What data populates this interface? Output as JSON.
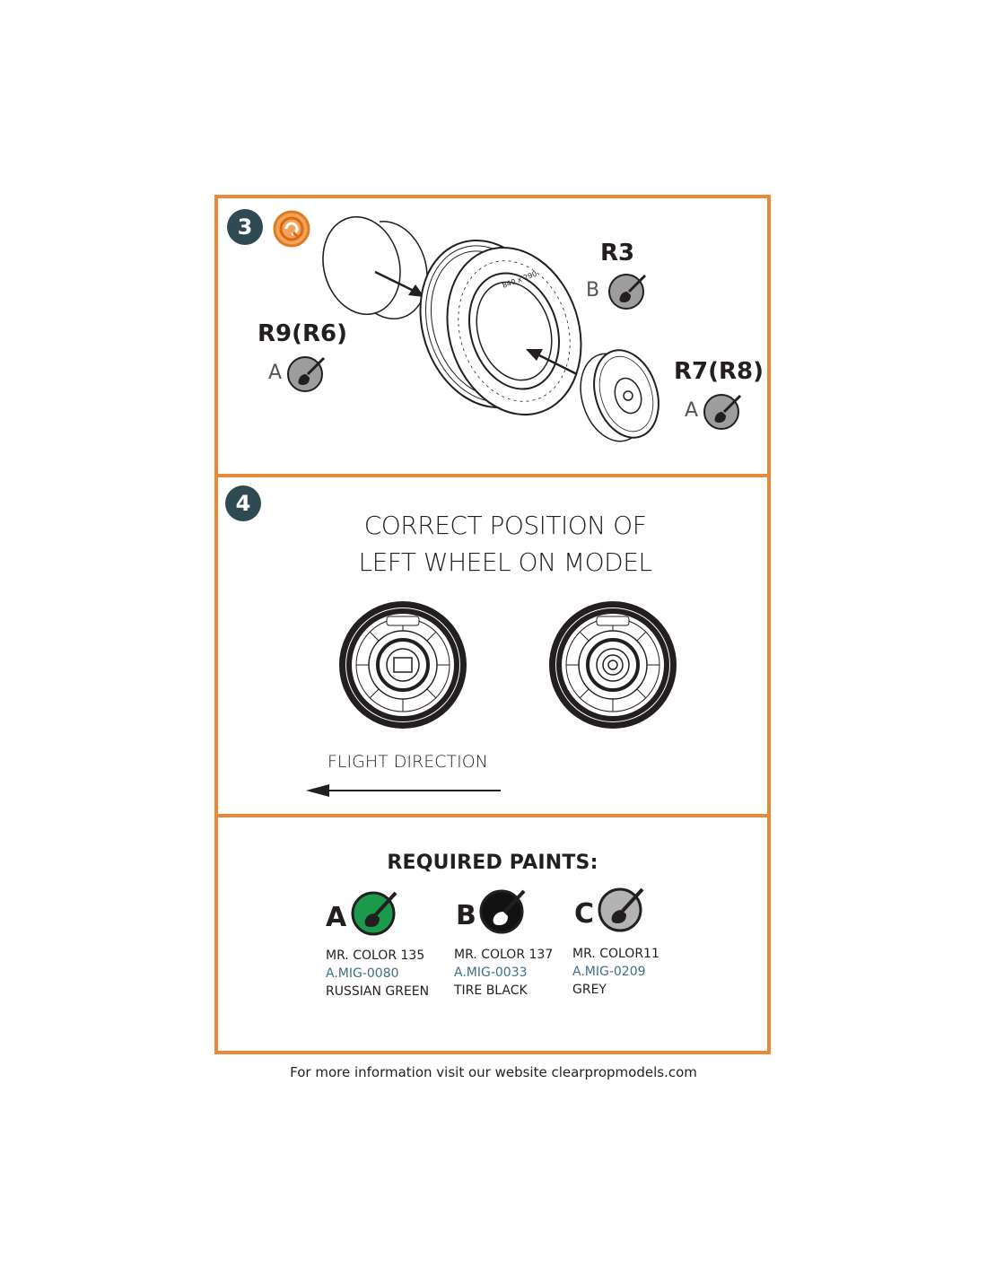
{
  "steps": [
    {
      "number": "3"
    },
    {
      "number": "4"
    }
  ],
  "step3": {
    "parts": [
      {
        "label": "R3",
        "paint": "B"
      },
      {
        "label": "R9(R6)",
        "paint": "A"
      },
      {
        "label": "R7(R8)",
        "paint": "A"
      }
    ],
    "tire_marking": "840 x 290"
  },
  "step4": {
    "title_line1": "CORRECT POSITION OF",
    "title_line2": "LEFT WHEEL ON MODEL",
    "flight_direction": "FLIGHT DIRECTION"
  },
  "paints": {
    "heading": "REQUIRED PAINTS:",
    "items": [
      {
        "code": "A",
        "color": "#1a9a4a",
        "mr": "MR. COLOR 135",
        "mig": "A.MIG-0080",
        "name": "RUSSIAN GREEN"
      },
      {
        "code": "B",
        "color": "#111111",
        "mr": "MR. COLOR 137",
        "mig": "A.MIG-0033",
        "name": "TIRE BLACK"
      },
      {
        "code": "C",
        "color": "#b3b3b3",
        "mr": "MR. COLOR11",
        "mig": "A.MIG-0209",
        "name": "GREY"
      }
    ]
  },
  "footer": "For more information visit our website clearpropmodels.com"
}
